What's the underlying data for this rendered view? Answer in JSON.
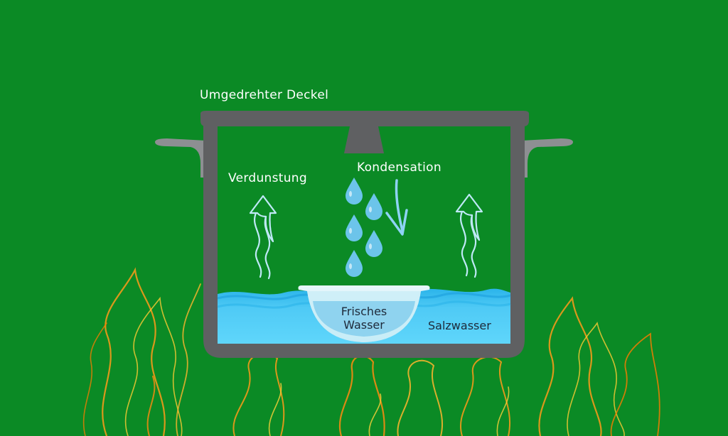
{
  "background_color": "#0b8a25",
  "labels": {
    "lid": "Umgedrehter Deckel",
    "evaporation": "Verdunstung",
    "condensation": "Kondensation",
    "fresh_water_line1": "Frisches",
    "fresh_water_line2": "Wasser",
    "salt_water": "Salzwasser"
  },
  "colors": {
    "pot": "#5f6062",
    "handle": "#8d8f92",
    "water_light": "#5fd6fb",
    "water_dark": "#2bb4ea",
    "water_surface": "#1fa2e0",
    "bowl": "#dff3fa",
    "bowl_water": "#8fd3ef",
    "droplet": "#6cc4ea",
    "steam": "#bfe9f7",
    "arrow": "#8ed3f5",
    "flame_outer": "#ff9a1a",
    "flame_inner": "#ffd23a",
    "text_light": "#ffffff",
    "text_dark": "#1e2a3a"
  },
  "icons": [
    "steam-arrow-icon",
    "water-drop-icon",
    "down-arrow-icon",
    "flame-icon"
  ]
}
